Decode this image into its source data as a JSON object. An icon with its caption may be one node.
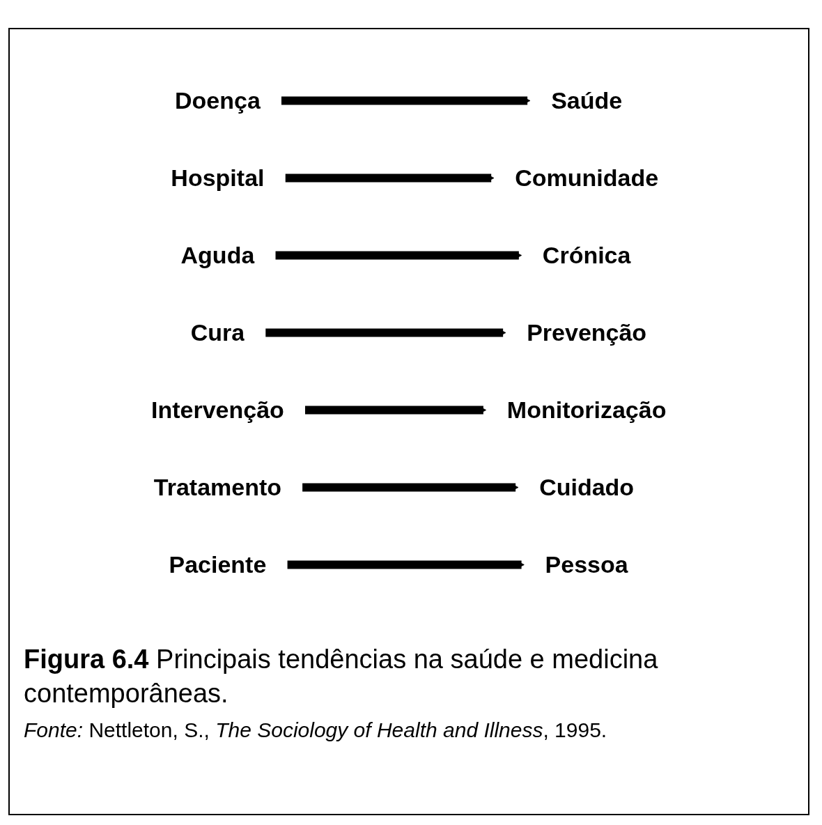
{
  "diagram": {
    "caption": "**Figura 6.4** Principais tendências na saúde e medicina contemporâneas.",
    "nodes": [
      {
        "text": [
          "Doença"
        ]
      },
      {
        "text": [
          "Saúde"
        ]
      },
      {
        "text": [
          "Hospital"
        ]
      },
      {
        "text": [
          "Comunidade"
        ]
      },
      {
        "text": [
          "Aguda"
        ]
      },
      {
        "text": [
          "Crónica"
        ]
      },
      {
        "text": [
          "Cura"
        ]
      },
      {
        "text": [
          "Prevenção"
        ]
      },
      {
        "text": [
          "Intervenção"
        ]
      },
      {
        "text": [
          "Monitorização"
        ]
      },
      {
        "text": [
          "Tratamento"
        ]
      },
      {
        "text": [
          "Cuidado"
        ]
      },
      {
        "text": [
          "Paciente"
        ]
      },
      {
        "text": [
          "Pessoa"
        ]
      }
    ],
    "edges": [
      {
        "from": 0,
        "to": 1,
        "arrow": "to"
      },
      {
        "from": 2,
        "to": 3,
        "arrow": "to"
      },
      {
        "from": 4,
        "to": 5,
        "arrow": "to"
      },
      {
        "from": 6,
        "to": 7,
        "arrow": "to"
      },
      {
        "from": 8,
        "to": 9,
        "arrow": "to"
      },
      {
        "from": 10,
        "to": 11,
        "arrow": "to"
      },
      {
        "from": 12,
        "to": 13,
        "arrow": "to"
      }
    ],
    "labels": [
      "*Fonte:* Nettleton, S., *The Sociology of Health and Illness*, 1995."
    ]
  }
}
